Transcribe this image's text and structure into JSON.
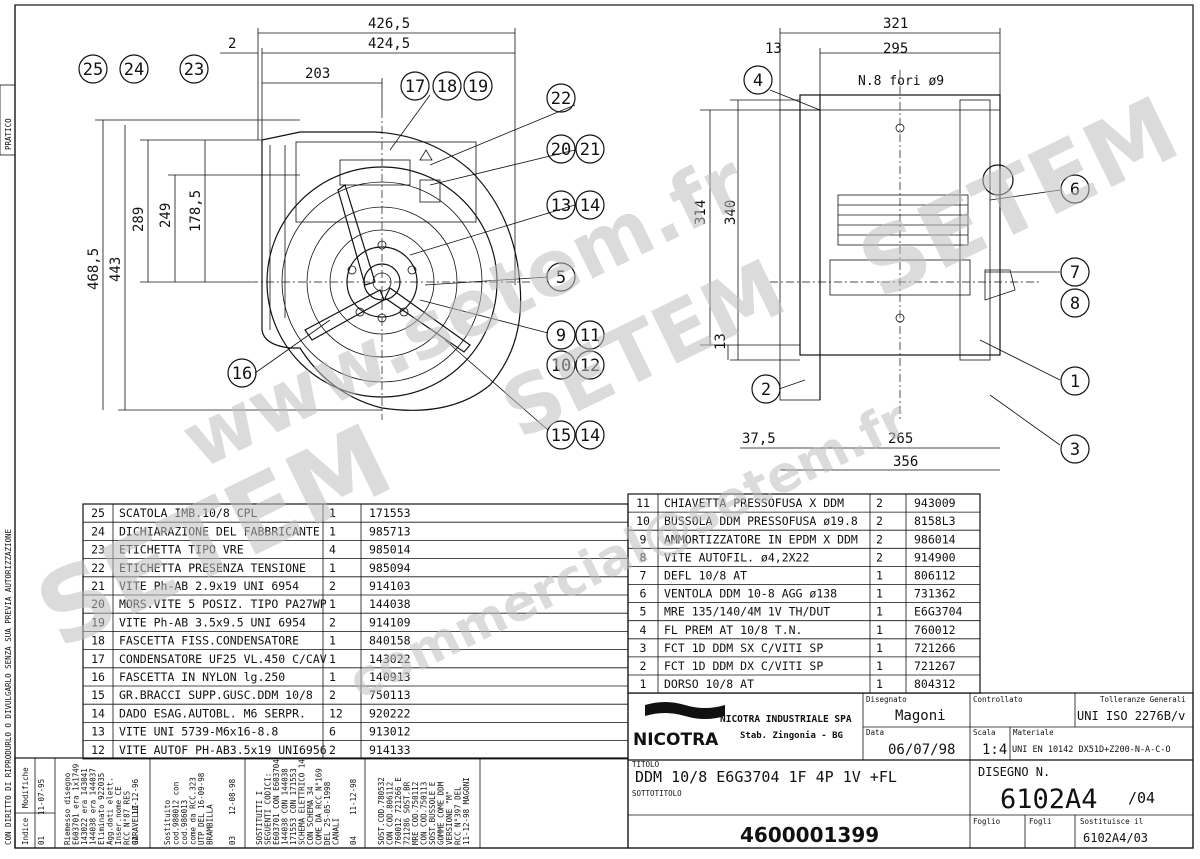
{
  "dims": {
    "top_426": "426,5",
    "top_424": "424,5",
    "left_2": "2",
    "w_203": "203",
    "h_468": "468,5",
    "h_443": "443",
    "h_289": "289",
    "h_249": "249",
    "h_178": "178,5",
    "r_321": "321",
    "r_295": "295",
    "r_13a": "13",
    "holes": "N.8 fori ø9",
    "r_340": "340",
    "r_314": "314",
    "r_13b": "13",
    "b_37": "37,5",
    "b_265": "265",
    "b_356": "356"
  },
  "balloons": [
    "25",
    "24",
    "23",
    "17",
    "18",
    "19",
    "22",
    "20",
    "21",
    "13",
    "14",
    "5",
    "9",
    "11",
    "10",
    "12",
    "16",
    "15",
    "14",
    "4",
    "6",
    "7",
    "8",
    "2",
    "1",
    "3"
  ],
  "left_rows": [
    {
      "n": "25",
      "d": "SCATOLA IMB.10/8 CPL",
      "q": "1",
      "c": "171553"
    },
    {
      "n": "24",
      "d": "DICHIARAZIONE DEL FABBRICANTE",
      "q": "1",
      "c": "985713"
    },
    {
      "n": "23",
      "d": "ETICHETTA TIPO VRE",
      "q": "4",
      "c": "985014"
    },
    {
      "n": "22",
      "d": "ETICHETTA PRESENZA TENSIONE",
      "q": "1",
      "c": "985094"
    },
    {
      "n": "21",
      "d": "VITE Ph-AB 2.9x19 UNI 6954",
      "q": "2",
      "c": "914103"
    },
    {
      "n": "20",
      "d": "MORS.VITE 5 POSIZ. TIPO PA27WP",
      "q": "1",
      "c": "144038"
    },
    {
      "n": "19",
      "d": "VITE Ph-AB 3.5x9.5 UNI 6954",
      "q": "2",
      "c": "914109"
    },
    {
      "n": "18",
      "d": "FASCETTA FISS.CONDENSATORE",
      "q": "1",
      "c": "840158"
    },
    {
      "n": "17",
      "d": "CONDENSATORE UF25 VL.450 C/CAV",
      "q": "1",
      "c": "143022"
    },
    {
      "n": "16",
      "d": "FASCETTA IN NYLON lg.250",
      "q": "1",
      "c": "140913"
    },
    {
      "n": "15",
      "d": "GR.BRACCI SUPP.GUSC.DDM 10/8",
      "q": "2",
      "c": "750113"
    },
    {
      "n": "14",
      "d": "DADO ESAG.AUTOBL. M6 SERPR.",
      "q": "12",
      "c": "920222"
    },
    {
      "n": "13",
      "d": "VITE UNI 5739-M6x16-8.8",
      "q": "6",
      "c": "913012"
    },
    {
      "n": "12",
      "d": "VITE AUTOF PH-AB3.5x19 UNI6956",
      "q": "2",
      "c": "914133"
    }
  ],
  "right_rows": [
    {
      "n": "11",
      "d": "CHIAVETTA PRESSOFUSA X DDM",
      "q": "2",
      "c": "943009"
    },
    {
      "n": "10",
      "d": "BUSSOLA DDM PRESSOFUSA ø19.8",
      "q": "2",
      "c": "8158L3"
    },
    {
      "n": "9",
      "d": "AMMORTIZZATORE IN EPDM X DDM",
      "q": "2",
      "c": "986014"
    },
    {
      "n": "8",
      "d": "VITE AUTOFIL. ø4,2X22",
      "q": "2",
      "c": "914900"
    },
    {
      "n": "7",
      "d": "DEFL 10/8 AT",
      "q": "1",
      "c": "806112"
    },
    {
      "n": "6",
      "d": "VENTOLA DDM 10-8 AGG ø138",
      "q": "1",
      "c": "731362"
    },
    {
      "n": "5",
      "d": "MRE 135/140/4M 1V TH/DUT",
      "q": "1",
      "c": "E6G3704"
    },
    {
      "n": "4",
      "d": "FL PREM AT 10/8 T.N.",
      "q": "1",
      "c": "760012"
    },
    {
      "n": "3",
      "d": "FCT 1D DDM SX C/VITI SP",
      "q": "1",
      "c": "721266"
    },
    {
      "n": "2",
      "d": "FCT 1D DDM DX C/VITI SP",
      "q": "1",
      "c": "721267"
    },
    {
      "n": "1",
      "d": "DORSO 10/8 AT",
      "q": "1",
      "c": "804312"
    }
  ],
  "title_block": {
    "company": "NICOTRA INDUSTRIALE SPA",
    "address": "Stab. Zingonia - BG",
    "logo": "NICOTRA",
    "lbl_disegnato": "Disegnato",
    "disegnato": "Magoni",
    "lbl_controllato": "Controllato",
    "lbl_tolleranze": "Tolleranze Generali",
    "tolleranze": "UNI ISO 2276B/v",
    "lbl_data": "Data",
    "data": "06/07/98",
    "lbl_scala": "Scala",
    "scala": "1:4",
    "lbl_materiale": "Materiale",
    "materiale": "UNI EN 10142 DX51D+Z200-N-A-C-O",
    "lbl_titolo": "TITOLO",
    "titolo": "DDM 10/8 E6G3704 1F 4P 1V +FL",
    "lbl_sottotitolo": "SOTTOTITOLO",
    "lbl_disegno": "DISEGNO N.",
    "disegno_n": "6102A4",
    "rev": "/04",
    "code": "4600001399",
    "lbl_foglio": "Foglio",
    "lbl_fogli": "Fogli",
    "lbl_sostituisce": "Sostituisce il",
    "sostituisce": "6102A4/03"
  },
  "revisions": {
    "hdr_indice": "Indice",
    "hdr_modifiche": "Modifiche",
    "items": [
      {
        "i": "01",
        "date": "11-07-95",
        "text": [
          "Riemesso disegno",
          "E603701 era 1x1749",
          "143022 era 143041",
          "144038 era 144037",
          "Eliminato 922035",
          "Agg.dati elett.",
          "Inser.nome CE",
          "RCC N°87 RES",
          "GARAVELLI"
        ]
      },
      {
        "i": "02",
        "date": "10-12-96",
        "text": [
          "Sostituito",
          "cod.980012 con",
          "cod.986013",
          "come da RCC.323",
          "UTP DEL 16-09-98",
          "BRAMBILLA"
        ]
      },
      {
        "i": "03",
        "date": "12-08-98",
        "text": [
          "SOSTITUITI I",
          "SEGUENTI CODICI:",
          "E603701 CON E603704",
          "144038 CON 144038",
          "171553 CON 171553",
          "SCHEMA ELETTRICO 14",
          "CON SCHEMA 34",
          "COME DA RCC N°169",
          "DEL 25-05-1998",
          "CANALI"
        ]
      },
      {
        "i": "04",
        "date": "11-12-98",
        "text": [
          "SOST.COD.780532",
          "CON COD.806112",
          "760012 721266 E",
          "721286 SOST.BR",
          "MRE COD.750112",
          "CON COD.750113",
          "SOST.BUSSOLE E",
          "GOMME COME DDM",
          "VERSIONE \"M\"",
          "RCC N°397 DEL",
          "11-12-98 MAGONI"
        ]
      }
    ]
  },
  "side_notes": {
    "pratico": "PRATICO",
    "copyright": "CON DIRITTO DI RIPRODURLO O DIVULGARLO SENZA SUA PREVIA AUTORIZZAZIONE"
  }
}
